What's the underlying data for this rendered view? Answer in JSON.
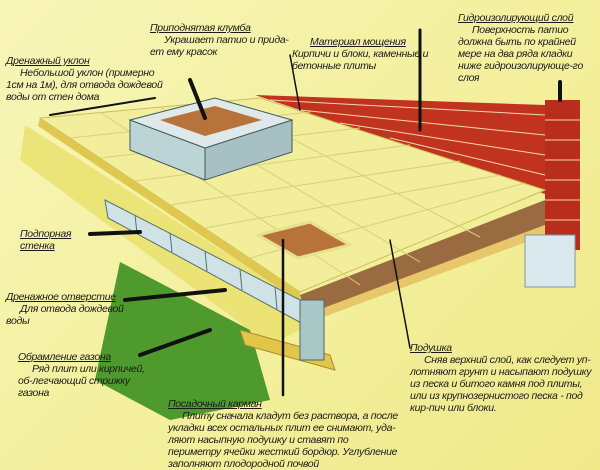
{
  "labels": {
    "raised_bed": {
      "title": "Приподнятая клумба",
      "text": "Украшает патио и прида-ет ему красок"
    },
    "drain_slope": {
      "title": "Дренажный уклон",
      "text": "Небольшой уклон (примерно 1см на 1м), для отвода дождевой воды от стен дома"
    },
    "paving": {
      "title": "Материал мощения",
      "text": "Кирпичи и блоки, каменные и бетонные плиты"
    },
    "damp_course": {
      "title": "Гидроизолирующий слой",
      "text": "Поверхность патио должна быть по крайней мере на два ряда кладки ниже гидроизолирующе-го слоя"
    },
    "retaining_wall": {
      "title": "Подпорная стенка"
    },
    "drain_hole": {
      "title": "Дренажное отверстие",
      "text": "Для отвода дождевой воды"
    },
    "lawn_edging": {
      "title": "Обрамление газона",
      "text": "Ряд плит или кирпичей, об-легчающий стрижку газона"
    },
    "planting_pocket": {
      "title": "Посадочный карман",
      "text": "Плиту сначала кладут без раствора, а после укладки всех остальных плит ее снимают, уда-ляют насыпную подушку и ставят по периметру ячейки жесткий бордюр. Углубление заполняют плодородной почвой"
    },
    "base": {
      "title": "Подушка",
      "text": "Сняв верхний слой, как следует уп-лотняют грунт и насыпают подушку из песка и битого камня под плиты, или из крупнозернистого песка - под кир-пич или блоки."
    }
  },
  "colors": {
    "paving": "#f2ee9c",
    "brick": "#c2331f",
    "lawn": "#4f9a2c",
    "stone": "#cfe2e6",
    "soil": "#b8733a"
  }
}
